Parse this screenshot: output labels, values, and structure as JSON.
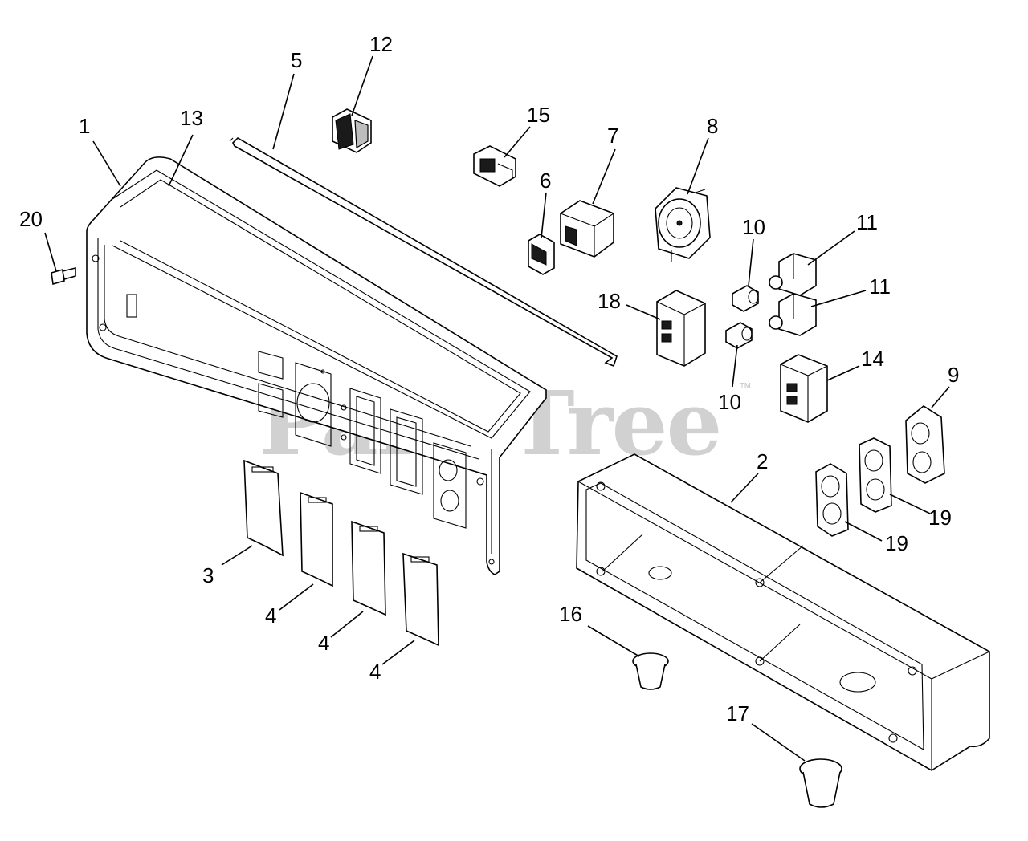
{
  "watermark": {
    "text": "PartsTree",
    "mark": "™"
  },
  "labels": [
    {
      "id": "1",
      "text": "1"
    },
    {
      "id": "13",
      "text": "13"
    },
    {
      "id": "5",
      "text": "5"
    },
    {
      "id": "12",
      "text": "12"
    },
    {
      "id": "15",
      "text": "15"
    },
    {
      "id": "7",
      "text": "7"
    },
    {
      "id": "8",
      "text": "8"
    },
    {
      "id": "6",
      "text": "6"
    },
    {
      "id": "20",
      "text": "20"
    },
    {
      "id": "10a",
      "text": "10"
    },
    {
      "id": "11a",
      "text": "11"
    },
    {
      "id": "11b",
      "text": "11"
    },
    {
      "id": "18",
      "text": "18"
    },
    {
      "id": "14",
      "text": "14"
    },
    {
      "id": "9",
      "text": "9"
    },
    {
      "id": "10b",
      "text": "10"
    },
    {
      "id": "2",
      "text": "2"
    },
    {
      "id": "19a",
      "text": "19"
    },
    {
      "id": "19b",
      "text": "19"
    },
    {
      "id": "3",
      "text": "3"
    },
    {
      "id": "4a",
      "text": "4"
    },
    {
      "id": "4b",
      "text": "4"
    },
    {
      "id": "4c",
      "text": "4"
    },
    {
      "id": "16",
      "text": "16"
    },
    {
      "id": "17",
      "text": "17"
    }
  ]
}
